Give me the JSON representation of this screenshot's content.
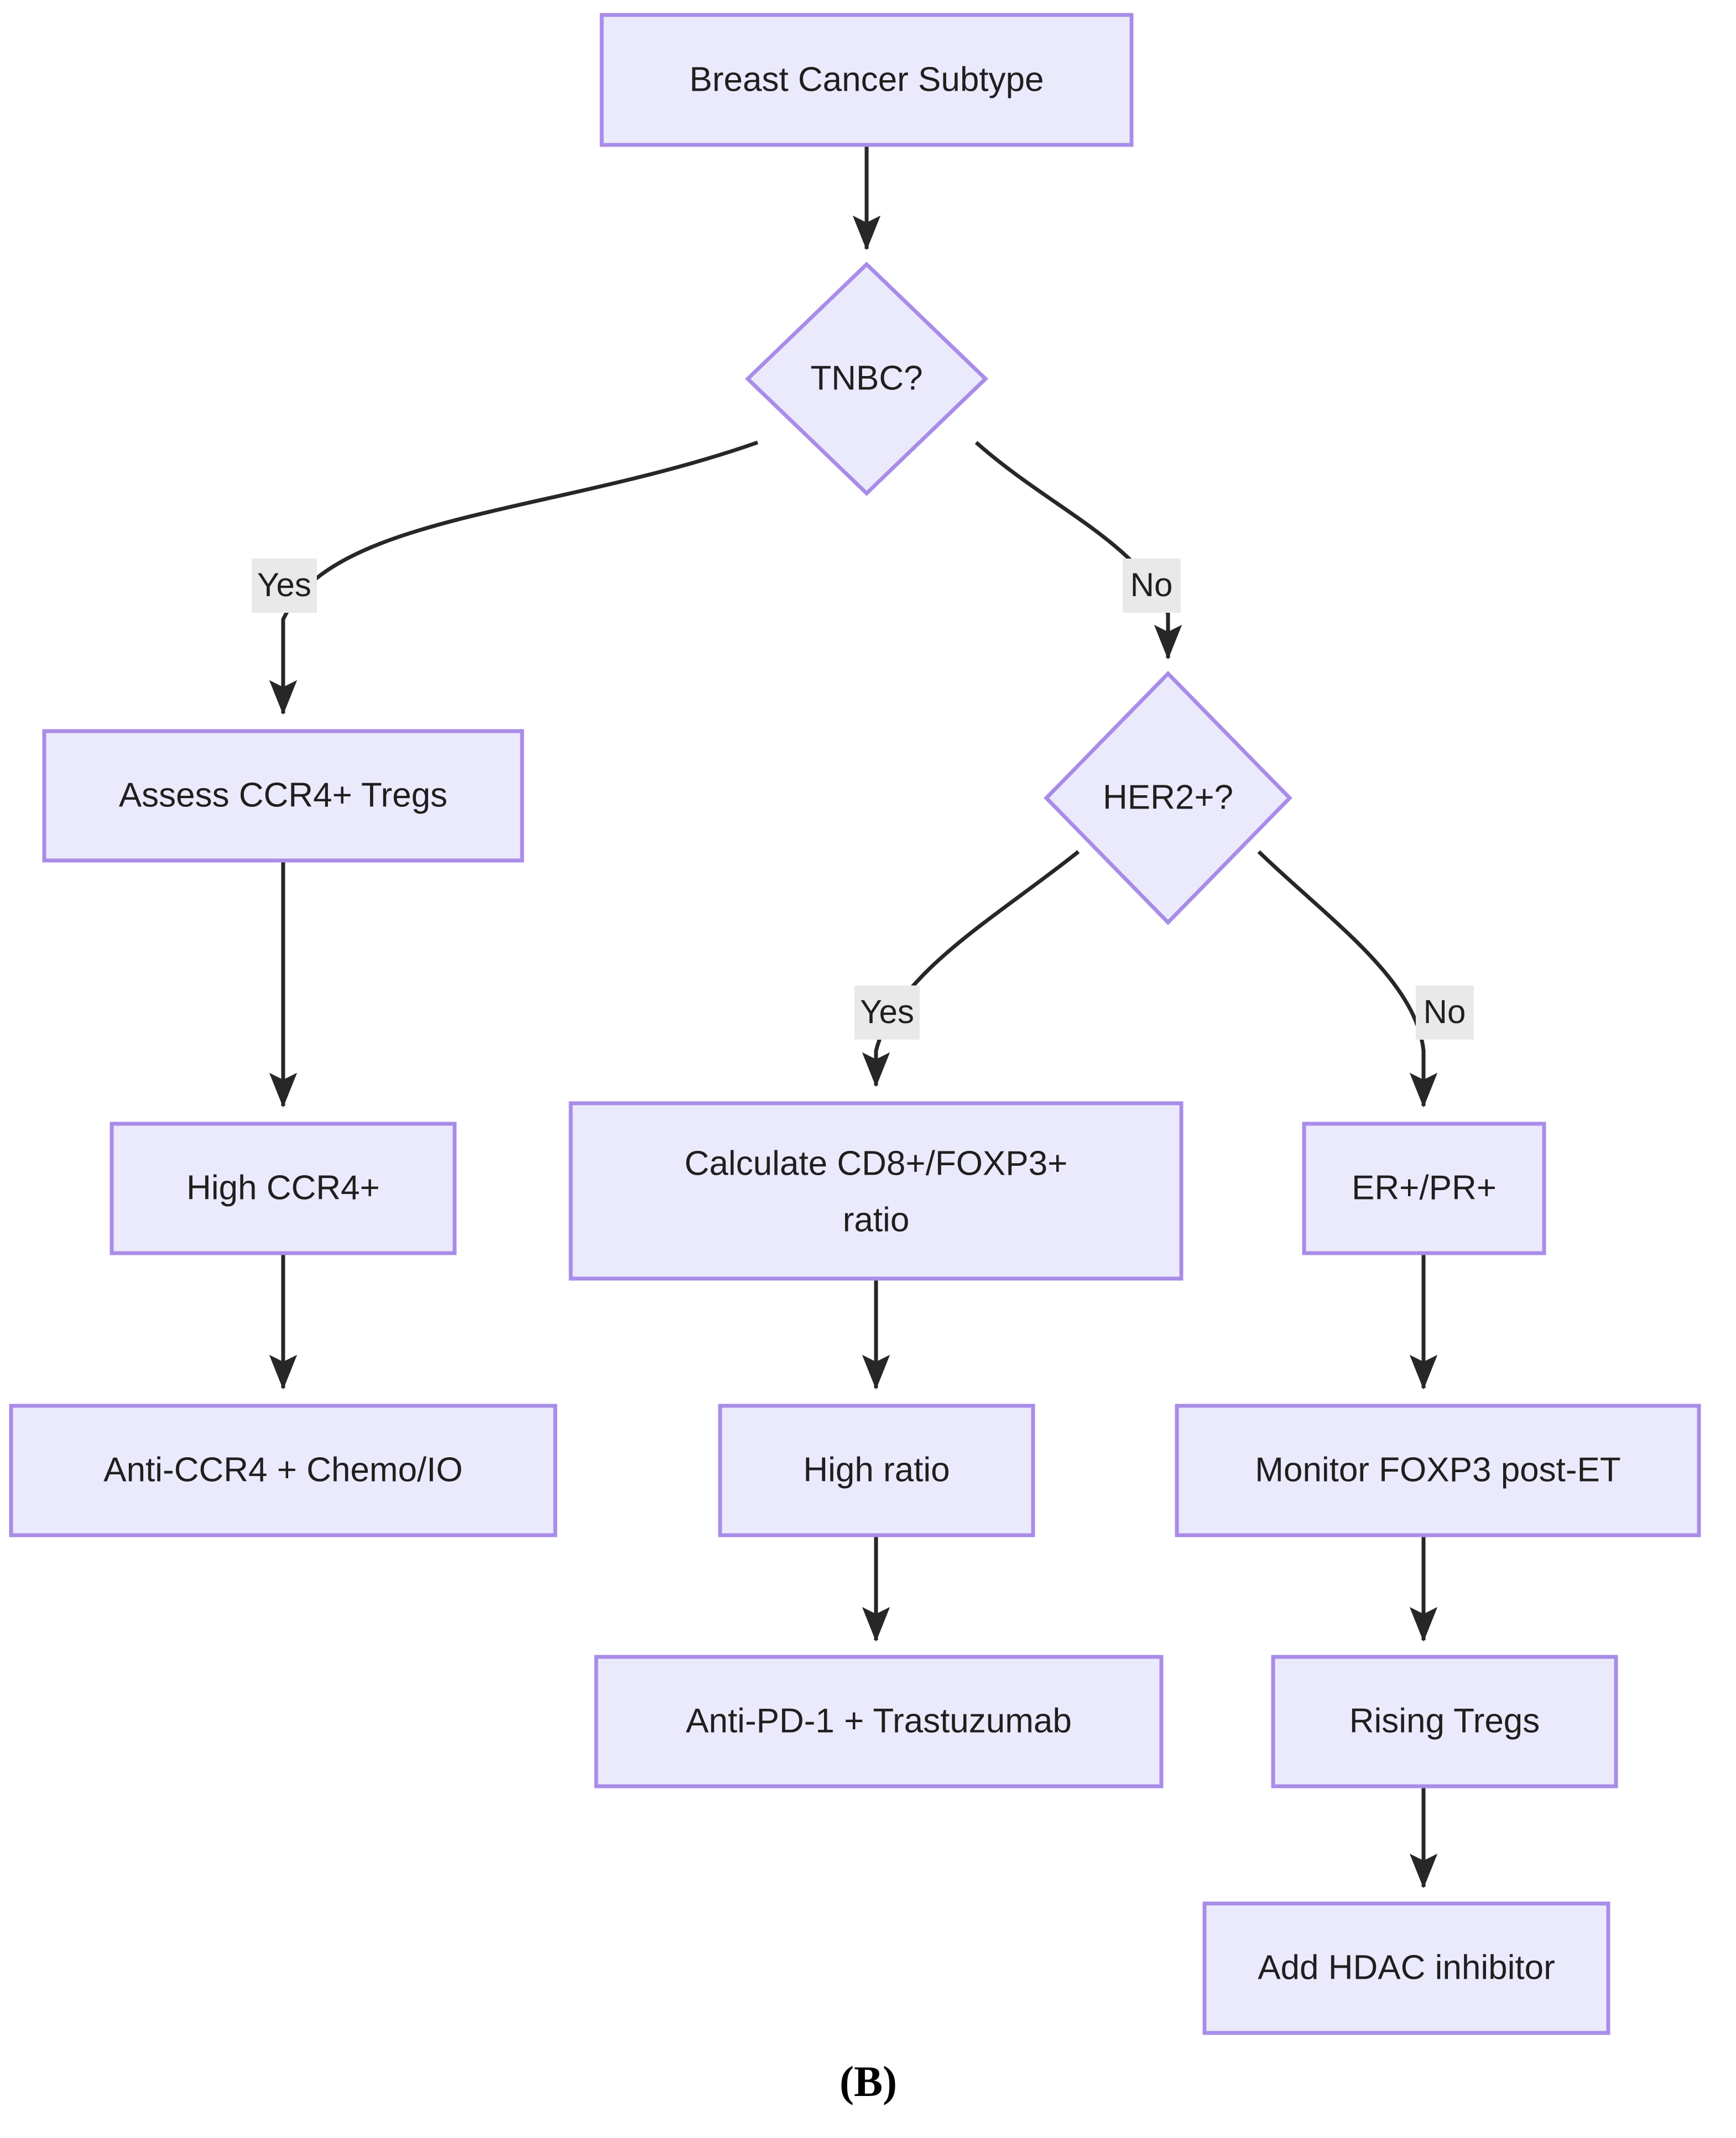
{
  "diagram": {
    "caption": "(B)",
    "colors": {
      "node_fill": "#ebeafc",
      "node_border": "#a98ce8",
      "edge_stroke": "#272727",
      "edge_label_bg": "#e9e9e9",
      "text": "#1f1f1f",
      "background": "#ffffff"
    },
    "nodes": [
      {
        "id": "start",
        "shape": "rect",
        "label": "Breast Cancer Subtype"
      },
      {
        "id": "tnbc",
        "shape": "diamond",
        "label": "TNBC?"
      },
      {
        "id": "assess_ccr4",
        "shape": "rect",
        "label": "Assess CCR4+ Tregs"
      },
      {
        "id": "her2",
        "shape": "diamond",
        "label": "HER2+?"
      },
      {
        "id": "high_ccr4",
        "shape": "rect",
        "label": "High CCR4+"
      },
      {
        "id": "calc_ratio",
        "shape": "rect",
        "label": "Calculate CD8+/FOXP3+",
        "label2": "ratio"
      },
      {
        "id": "er_pr",
        "shape": "rect",
        "label": "ER+/PR+"
      },
      {
        "id": "anti_ccr4",
        "shape": "rect",
        "label": "Anti-CCR4 + Chemo/IO"
      },
      {
        "id": "high_ratio",
        "shape": "rect",
        "label": "High ratio"
      },
      {
        "id": "monitor",
        "shape": "rect",
        "label": "Monitor FOXP3 post-ET"
      },
      {
        "id": "anti_pd1",
        "shape": "rect",
        "label": "Anti-PD-1 + Trastuzumab"
      },
      {
        "id": "rising",
        "shape": "rect",
        "label": "Rising Tregs"
      },
      {
        "id": "hdac",
        "shape": "rect",
        "label": "Add HDAC inhibitor"
      }
    ],
    "edges": [
      {
        "from": "start",
        "to": "tnbc",
        "label": ""
      },
      {
        "from": "tnbc",
        "to": "assess_ccr4",
        "label": "Yes"
      },
      {
        "from": "tnbc",
        "to": "her2",
        "label": "No"
      },
      {
        "from": "assess_ccr4",
        "to": "high_ccr4",
        "label": ""
      },
      {
        "from": "her2",
        "to": "calc_ratio",
        "label": "Yes"
      },
      {
        "from": "her2",
        "to": "er_pr",
        "label": "No"
      },
      {
        "from": "high_ccr4",
        "to": "anti_ccr4",
        "label": ""
      },
      {
        "from": "calc_ratio",
        "to": "high_ratio",
        "label": ""
      },
      {
        "from": "er_pr",
        "to": "monitor",
        "label": ""
      },
      {
        "from": "high_ratio",
        "to": "anti_pd1",
        "label": ""
      },
      {
        "from": "monitor",
        "to": "rising",
        "label": ""
      },
      {
        "from": "rising",
        "to": "hdac",
        "label": ""
      }
    ]
  }
}
